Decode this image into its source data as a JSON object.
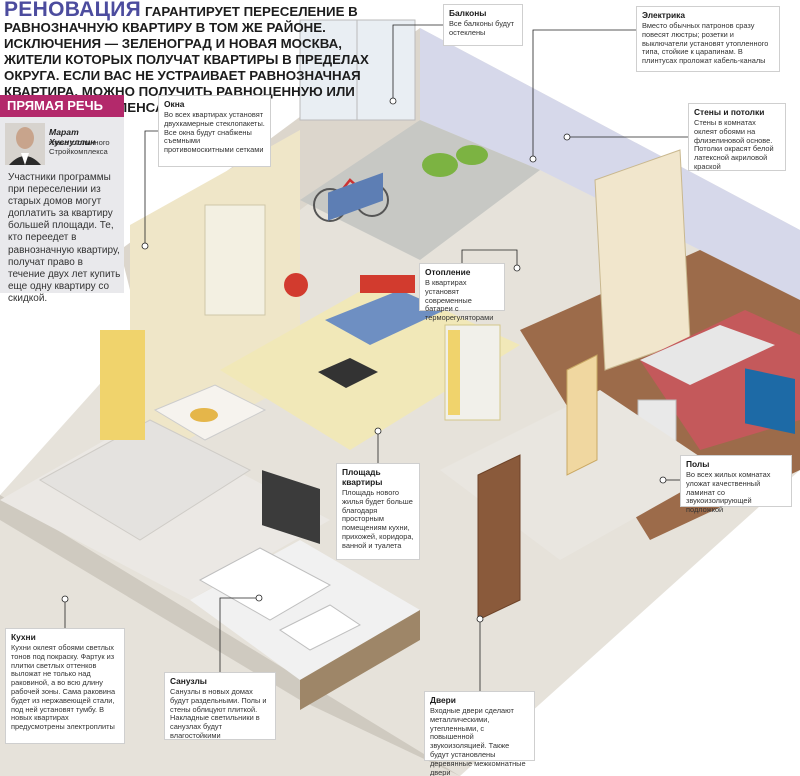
{
  "headline": {
    "keyword": "РЕНОВАЦИЯ",
    "text": "ГАРАНТИРУЕТ ПЕРЕСЕЛЕНИЕ В РАВНОЗНАЧНУЮ КВАРТИРУ В ТОМ ЖЕ РАЙОНЕ. ИСКЛЮЧЕНИЯ — ЗЕЛЕНОГРАД И НОВАЯ МОСКВА, ЖИТЕЛИ КОТОРЫХ ПОЛУЧАТ КВАРТИРЫ В ПРЕДЕЛАХ ОКРУГА. ЕСЛИ ВАС НЕ УСТРАИВАЕТ РАВНОЗНАЧНАЯ КВАРТИРА, МОЖНО ПОЛУЧИТЬ РАВНОЦЕННУЮ ИЛИ ДЕНЕЖНУЮ КОМПЕНСАЦИЮ ЗА НЕЕ"
  },
  "quote": {
    "title": "ПРЯМАЯ РЕЧЬ",
    "name": "Марат Хуснуллин",
    "role": "глава столичного Стройкомплекса",
    "text": "Участники программы при переселении из старых домов могут доплатить за квартиру большей площади. Те, кто переедет в равнозначную квартиру, получат право в течение двух лет купить еще одну квартиру со скидкой."
  },
  "callouts": {
    "balconies": {
      "title": "Балконы",
      "text": "Все балконы будут остеклены"
    },
    "electrics": {
      "title": "Электрика",
      "text": "Вместо обычных патронов сразу повесят люстры; розетки и выключатели установят утопленного типа, стойкие к царапинам. В плинтусах проложат кабель-каналы"
    },
    "windows": {
      "title": "Окна",
      "text": "Во всех квартирах установят двухкамерные стеклопакеты. Все окна будут снабжены съемными противомоскитными сетками"
    },
    "walls": {
      "title": "Стены и потолки",
      "text": "Стены в комнатах оклеят обоями на флизелиновой основе. Потолки окрасят белой латексной акриловой краской"
    },
    "heating": {
      "title": "Отопление",
      "text": "В квартирах установят современные батареи с терморегуляторами"
    },
    "floors": {
      "title": "Полы",
      "text": "Во всех жилых комнатах уложат качественный ламинат со звукоизолирующей подложкой"
    },
    "area": {
      "title": "Площадь квартиры",
      "text": "Площадь нового жилья будет больше благодаря просторным помещениям кухни, прихожей, коридора, ванной и туалета"
    },
    "kitchens": {
      "title": "Кухни",
      "text": "Кухни оклеят обоями светлых тонов под покраску. Фартук из плитки светлых оттенков выложат не только над раковиной, а во всю длину рабочей зоны. Сама раковина будет из нержавеющей стали, под ней установят тумбу. В новых квартирах предусмотрены электроплиты"
    },
    "bathrooms": {
      "title": "Санузлы",
      "text": "Санузлы в новых домах будут раздельными. Полы и стены облицуют плиткой. Накладные светильники в санузлах будут влагостойкими"
    },
    "doors": {
      "title": "Двери",
      "text": "Входные двери сделают металлическими, утепленными, с повышенной звукоизоляцией. Также будут установлены деревянные межкомнатные двери"
    }
  }
}
